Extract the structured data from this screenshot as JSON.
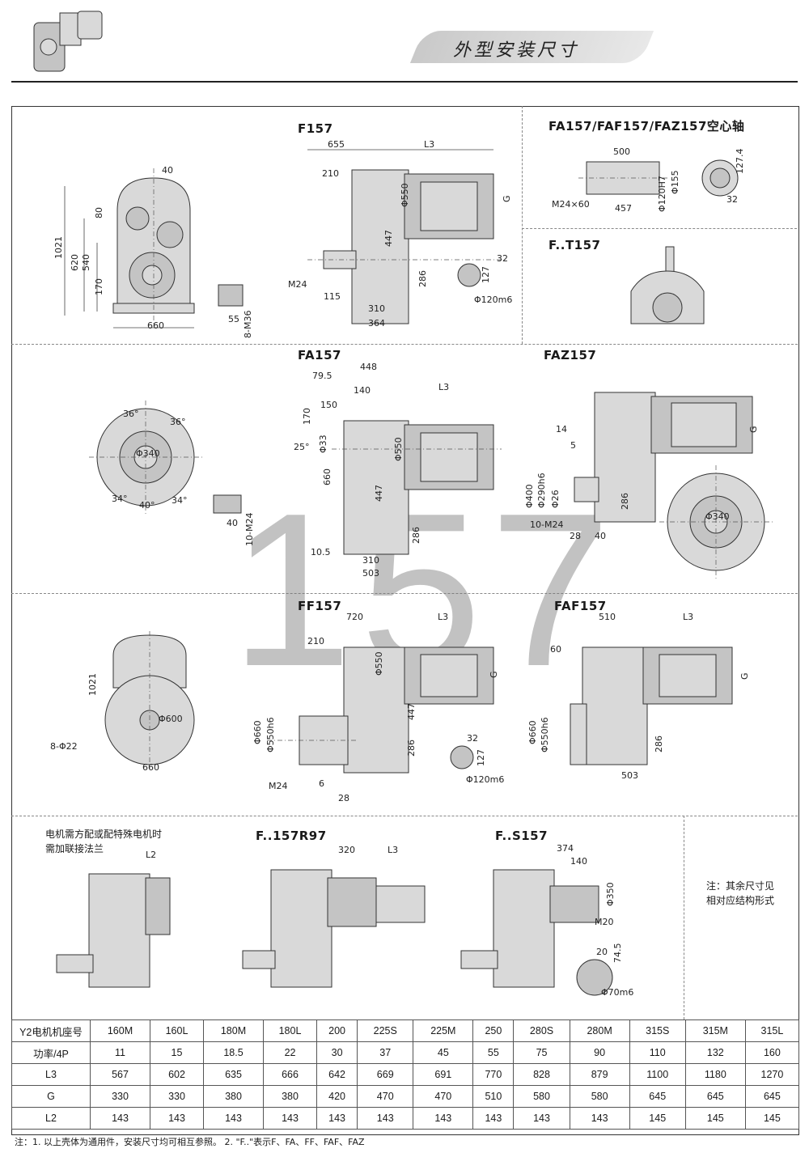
{
  "header": {
    "title": "外型安装尺寸"
  },
  "watermark": "157",
  "sections": {
    "f157": "F157",
    "fa157_hollow": "FA157/FAF157/FAZ157空心轴",
    "ft157": "F..T157",
    "fa157": "FA157",
    "faz157": "FAZ157",
    "ff157": "FF157",
    "faf157": "FAF157",
    "f157r97": "F..157R97",
    "fs157": "F..S157"
  },
  "dims": {
    "d40": "40",
    "d1021": "1021",
    "d80": "80",
    "d620": "620",
    "d540": "540",
    "d170": "170",
    "d660": "660",
    "d55": "55",
    "d8m36": "8-M36",
    "f655": "655",
    "fL3": "L3",
    "f210": "210",
    "f550": "Φ550",
    "fG": "G",
    "f447": "447",
    "f286": "286",
    "fM24": "M24",
    "f115": "115",
    "f310": "310",
    "f364": "364",
    "f32": "32",
    "f127": "127",
    "f120m6": "Φ120m6",
    "h500": "500",
    "h1274": "127.4",
    "h155": "Φ155",
    "h120H7": "Φ120H7",
    "hM24": "M24×60",
    "h457": "457",
    "h32": "32",
    "a795": "79.5",
    "a448": "448",
    "aL3": "L3",
    "a140": "140",
    "a150": "150",
    "a170": "170",
    "a25": "25°",
    "a33": "Φ33",
    "a550": "Φ550",
    "a660": "660",
    "a447": "447",
    "a286": "286",
    "a105": "10.5",
    "a310": "310",
    "a503": "503",
    "a40": "40",
    "a10m24": "10-M24",
    "a340": "Φ340",
    "a36": "36°",
    "a34": "34°",
    "a40d": "40°",
    "z14": "14",
    "z5": "5",
    "z400": "Φ400",
    "z290": "Φ290h6",
    "z26": "Φ26",
    "zM24": "10-M24",
    "z28": "28",
    "z40": "40",
    "z286": "286",
    "zG": "G",
    "z340": "Φ340",
    "ff720": "720",
    "ffL3": "L3",
    "ff210": "210",
    "ff550": "Φ550",
    "ffG": "G",
    "ff1021": "1021",
    "ff600": "Φ600",
    "ff8d22": "8-Φ22",
    "ff660": "660",
    "ff660d": "Φ660",
    "ff550h6": "Φ550h6",
    "ff447": "447",
    "ff286": "286",
    "ffM24": "M24",
    "ff6": "6",
    "ff28": "28",
    "ff32": "32",
    "ff127": "127",
    "ff120m6": "Φ120m6",
    "af510": "510",
    "afL3": "L3",
    "af60": "60",
    "afG": "G",
    "af660": "Φ660",
    "af550": "Φ550h6",
    "af286": "286",
    "af503": "503",
    "l2": "L2",
    "r320": "320",
    "rL3": "L3",
    "s374": "374",
    "s140": "140",
    "s350": "Φ350",
    "sM20": "M20",
    "s20": "20",
    "s745": "74.5",
    "s70m6": "Φ70m6"
  },
  "notes": {
    "motor_note": "电机需方配或配特殊电机时\n需加联接法兰",
    "other_note": "注：其余尺寸见\n相对应结构形式"
  },
  "table": {
    "headers": [
      "Y2电机机座号",
      "160M",
      "160L",
      "180M",
      "180L",
      "200",
      "225S",
      "225M",
      "250",
      "280S",
      "280M",
      "315S",
      "315M",
      "315L"
    ],
    "rows": [
      [
        "功率/4P",
        "11",
        "15",
        "18.5",
        "22",
        "30",
        "37",
        "45",
        "55",
        "75",
        "90",
        "110",
        "132",
        "160"
      ],
      [
        "L3",
        "567",
        "602",
        "635",
        "666",
        "642",
        "669",
        "691",
        "770",
        "828",
        "879",
        "1100",
        "1180",
        "1270"
      ],
      [
        "G",
        "330",
        "330",
        "380",
        "380",
        "420",
        "470",
        "470",
        "510",
        "580",
        "580",
        "645",
        "645",
        "645"
      ],
      [
        "L2",
        "143",
        "143",
        "143",
        "143",
        "143",
        "143",
        "143",
        "143",
        "143",
        "143",
        "145",
        "145",
        "145"
      ]
    ]
  },
  "footnote": "注：1. 以上壳体为通用件，安装尺寸均可相互参照。   2. \"F..\"表示F、FA、FF、FAF、FAZ"
}
